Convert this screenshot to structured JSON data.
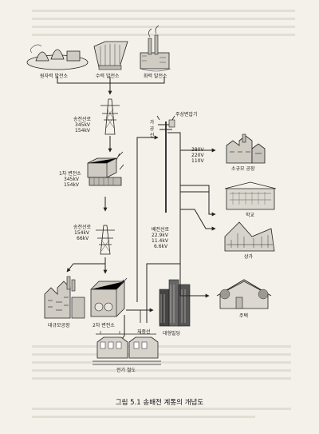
{
  "plants": {
    "nuclear": "원자력 발전소",
    "hydro": "수력 발전소",
    "thermal": "화력 발전소"
  },
  "transmission_line_1": {
    "title": "송전선로",
    "v1": "345kV",
    "v2": "154kV"
  },
  "substation_1": {
    "title": "1차 변전소",
    "v1": "345kV",
    "v2": "154kV"
  },
  "transmission_line_2": {
    "title": "송전선로",
    "v1": "154kV",
    "v2": "66kV"
  },
  "large_factory": "대규모공장",
  "substation_2": "2차 변전소",
  "underground_line": "지중선",
  "railway": "전기 철도",
  "building": "대형빌딩",
  "overhead_line": "가공선",
  "pole_transformer": "주상변압기",
  "distribution_line": {
    "title": "배전선로",
    "v1": "22.9kV",
    "v2": "11.4kV",
    "v3": "6.6kV"
  },
  "low_voltage": {
    "v1": "380V",
    "v2": "220V",
    "v3": "110V"
  },
  "consumers": {
    "small_factory": "소규모 공장",
    "school": "학교",
    "shop": "상가",
    "house": "주택"
  },
  "caption": "그림 5.1  송배전 계통의 개념도",
  "colors": {
    "ink": "#222222",
    "paper": "#f4f1ea",
    "fill": "#bdbab3"
  }
}
